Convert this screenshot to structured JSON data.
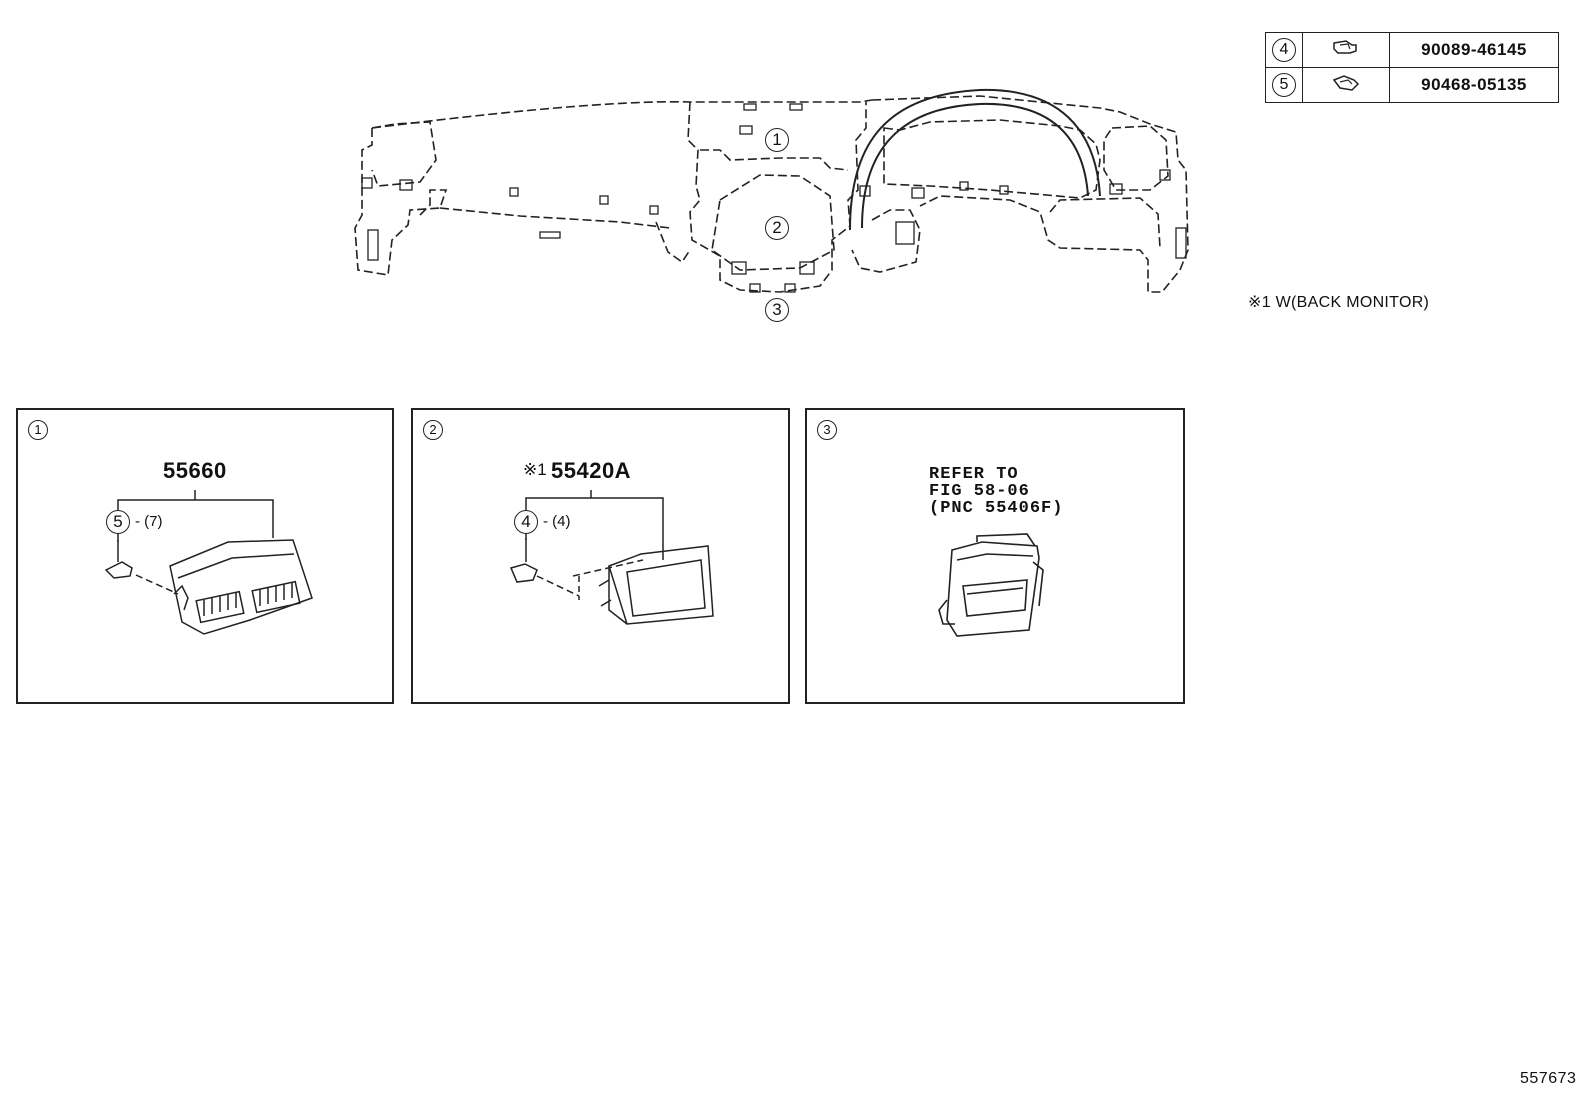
{
  "parts_table": [
    {
      "ref": "4",
      "part_no": "90089-46145"
    },
    {
      "ref": "5",
      "part_no": "90468-05135"
    }
  ],
  "note": "※1 W(BACK MONITOR)",
  "overview_callouts": [
    "1",
    "2",
    "3"
  ],
  "panels": [
    {
      "ref": "1",
      "pnc": "55660",
      "fastener_ref": "5",
      "fastener_qty": "- (7)"
    },
    {
      "ref": "2",
      "pnc_prefix": "※1",
      "pnc": "55420A",
      "fastener_ref": "4",
      "fastener_qty": "- (4)"
    },
    {
      "ref": "3",
      "refer_lines": [
        "REFER TO",
        "FIG 58-06",
        "(PNC 55406F)"
      ]
    }
  ],
  "figure_number": "557673"
}
